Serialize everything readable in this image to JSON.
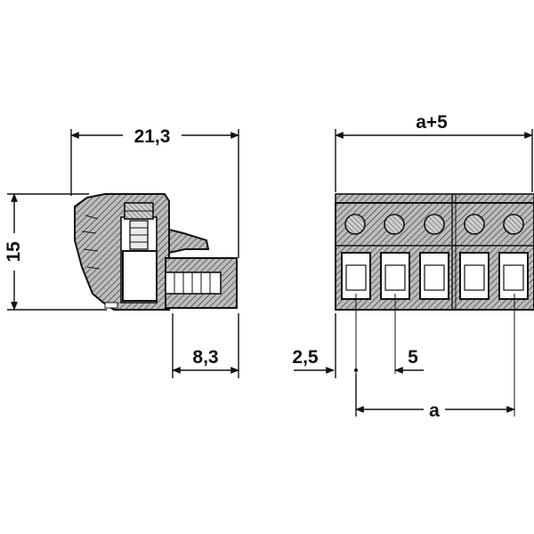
{
  "drawing": {
    "colors": {
      "ink": "#111111",
      "hatch": "#555555",
      "paper": "#ffffff"
    },
    "dimensions": {
      "side_width": "21,3",
      "height": "15",
      "plug_depth": "8,3",
      "total_width": "a+5",
      "edge_offset": "2,5",
      "pitch": "5",
      "span": "a"
    }
  }
}
